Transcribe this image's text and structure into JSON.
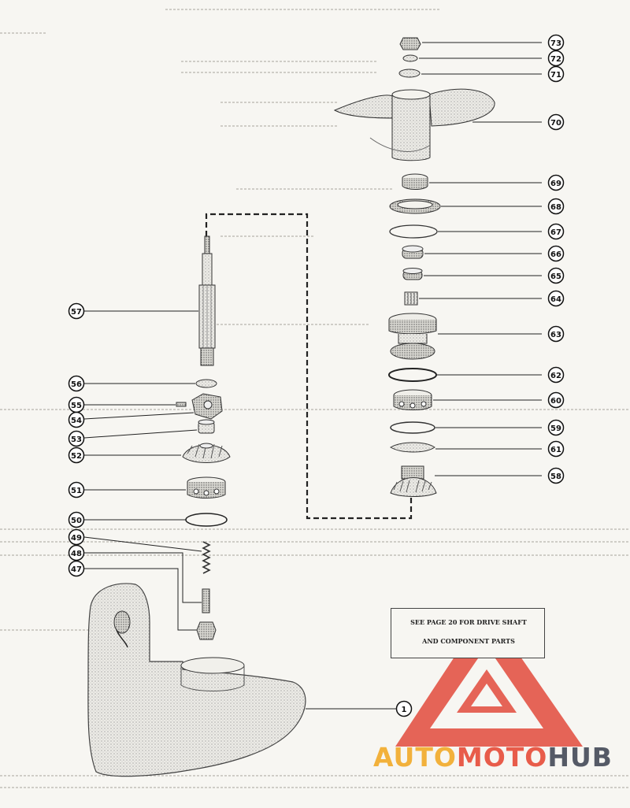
{
  "callouts": {
    "c73": "73",
    "c72": "72",
    "c71": "71",
    "c70": "70",
    "c69": "69",
    "c68": "68",
    "c67": "67",
    "c66": "66",
    "c65": "65",
    "c64": "64",
    "c63": "63",
    "c62": "62",
    "c60": "60",
    "c59": "59",
    "c61": "61",
    "c58": "58",
    "c57": "57",
    "c56": "56",
    "c55": "55",
    "c54": "54",
    "c53": "53",
    "c52": "52",
    "c51": "51",
    "c50": "50",
    "c49": "49",
    "c48": "48",
    "c47": "47",
    "c1": "1"
  },
  "note": {
    "line1": "SEE PAGE 20 FOR DRIVE SHAFT",
    "line2": "AND COMPONENT PARTS"
  },
  "watermark": {
    "part1": "AUTO",
    "part2": "MOTO",
    "part3": "HUB",
    "colors": {
      "auto": "#f2b13b",
      "moto": "#e85c4a",
      "hub": "#555a66",
      "triangle": "#e24b3c"
    }
  }
}
